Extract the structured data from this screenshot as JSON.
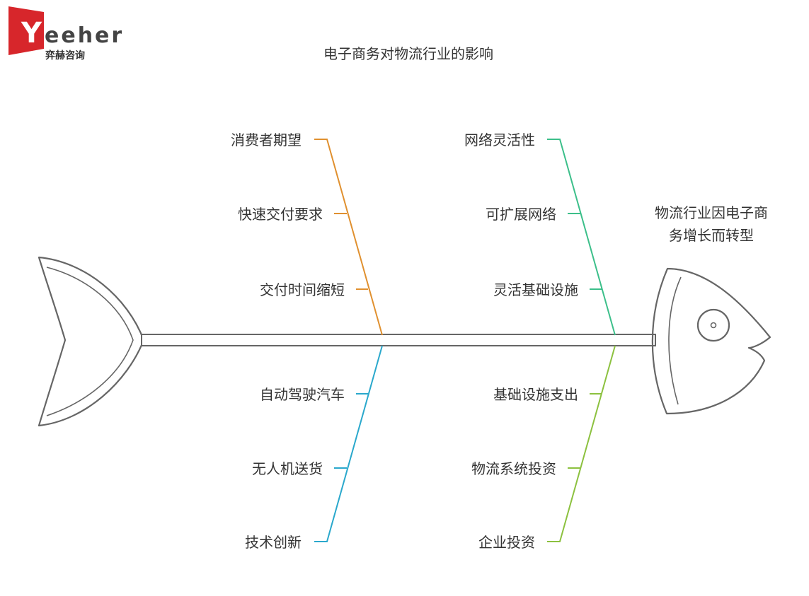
{
  "logo": {
    "brand": "Yeeher",
    "brand_sub": "弈赫咨询",
    "color": "#d7262b"
  },
  "title": "电子商务对物流行业的影响",
  "effect": {
    "line1": "物流行业因电子商",
    "line2": "务增长而转型"
  },
  "bones": {
    "top_left": {
      "color": "#e0902f",
      "labels": [
        "消费者期望",
        "快速交付要求",
        "交付时间缩短"
      ]
    },
    "top_right": {
      "color": "#3cbf8a",
      "labels": [
        "网络灵活性",
        "可扩展网络",
        "灵活基础设施"
      ]
    },
    "bottom_left": {
      "color": "#2aa8cc",
      "labels": [
        "自动驾驶汽车",
        "无人机送货",
        "技术创新"
      ]
    },
    "bottom_right": {
      "color": "#8cc13f",
      "labels": [
        "基础设施支出",
        "物流系统投资",
        "企业投资"
      ]
    }
  },
  "colors": {
    "skeleton": "#666666",
    "text": "#333333"
  }
}
